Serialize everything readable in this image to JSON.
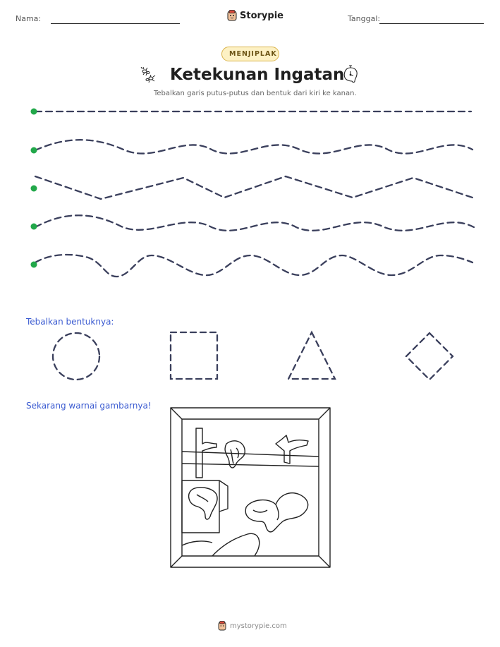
{
  "header": {
    "name_label": "Nama:",
    "date_label": "Tanggal:",
    "brand": "Storypie"
  },
  "badge": "MENJIPLAK",
  "title": "Ketekunan Ingatan",
  "subtitle": "Tebalkan garis putus-putus dan bentuk dari kiri ke kanan.",
  "sections": {
    "shapes": "Tebalkan bentuknya:",
    "coloring": "Sekarang warnai gambarnya!"
  },
  "footer": "mystorypie.com",
  "colors": {
    "dot": "#22a84a",
    "dash": "#3a3f5c",
    "accent_text": "#3b5bd1"
  }
}
